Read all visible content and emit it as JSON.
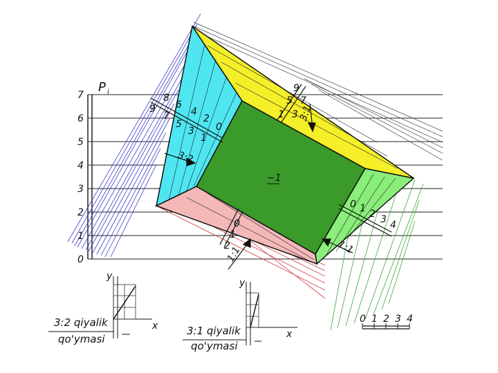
{
  "levels": {
    "header": "P",
    "header_sub": "i",
    "values": [
      "0",
      "1",
      "2",
      "3",
      "4",
      "5",
      "6",
      "7"
    ]
  },
  "faces": {
    "top": {
      "color": "#f5ef2a",
      "scale": [
        "9",
        "7",
        "5",
        "3",
        "1"
      ],
      "scale_b": [
        "5",
        "3"
      ],
      "ratio": "3:1"
    },
    "left": {
      "color": "#4fe6f2",
      "scale_top": [
        "8",
        "6",
        "4",
        "2",
        "0"
      ],
      "scale_bottom": [
        "9",
        "7",
        "5",
        "3",
        "1"
      ],
      "ratio": "3:2"
    },
    "center": {
      "color": "#3a9a2a",
      "label": "−1"
    },
    "right": {
      "color": "#8aee7a",
      "scale": [
        "0",
        "1",
        "2",
        "3",
        "4"
      ],
      "ratio": "1:1"
    },
    "bottom": {
      "color": "#f4b8b8",
      "scale": [
        "0",
        "1",
        "2"
      ],
      "ratio": "1:1"
    }
  },
  "diagram_a": {
    "y": "y",
    "x": "x",
    "caption_1": "3:2 qiyalik",
    "caption_2": "qo'ymasi"
  },
  "diagram_b": {
    "y": "y",
    "x": "x",
    "caption_1": "3:1 qiyalik",
    "caption_2": "qo'ymasi"
  },
  "scale_bar": {
    "labels": [
      "0",
      "1",
      "2",
      "3",
      "4"
    ]
  }
}
